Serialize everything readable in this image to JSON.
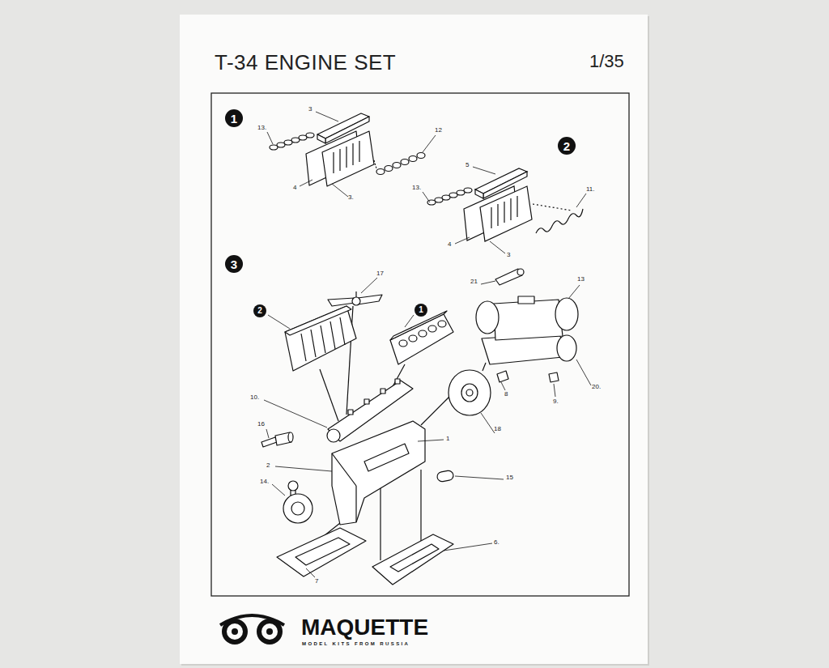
{
  "diagram": {
    "title": "T-34 ENGINE SET",
    "nodes": [
      {
        "text": [
          "1"
        ]
      },
      {
        "text": [
          "2"
        ]
      },
      {
        "text": [
          "3"
        ]
      },
      {
        "text": [
          "2"
        ]
      },
      {
        "text": [
          "1"
        ]
      }
    ],
    "labels": [
      "1/35",
      "3",
      "13.",
      "12",
      "4",
      "3.",
      "5",
      "13.",
      "11.",
      "4",
      "3",
      "17",
      "21",
      "13",
      "10.",
      "16",
      "2",
      "1",
      "18",
      "14.",
      "15",
      "8",
      "9.",
      "20.",
      "7",
      "6.",
      "MAQUETTE",
      "MODEL KITS FROM RUSSIA"
    ]
  }
}
